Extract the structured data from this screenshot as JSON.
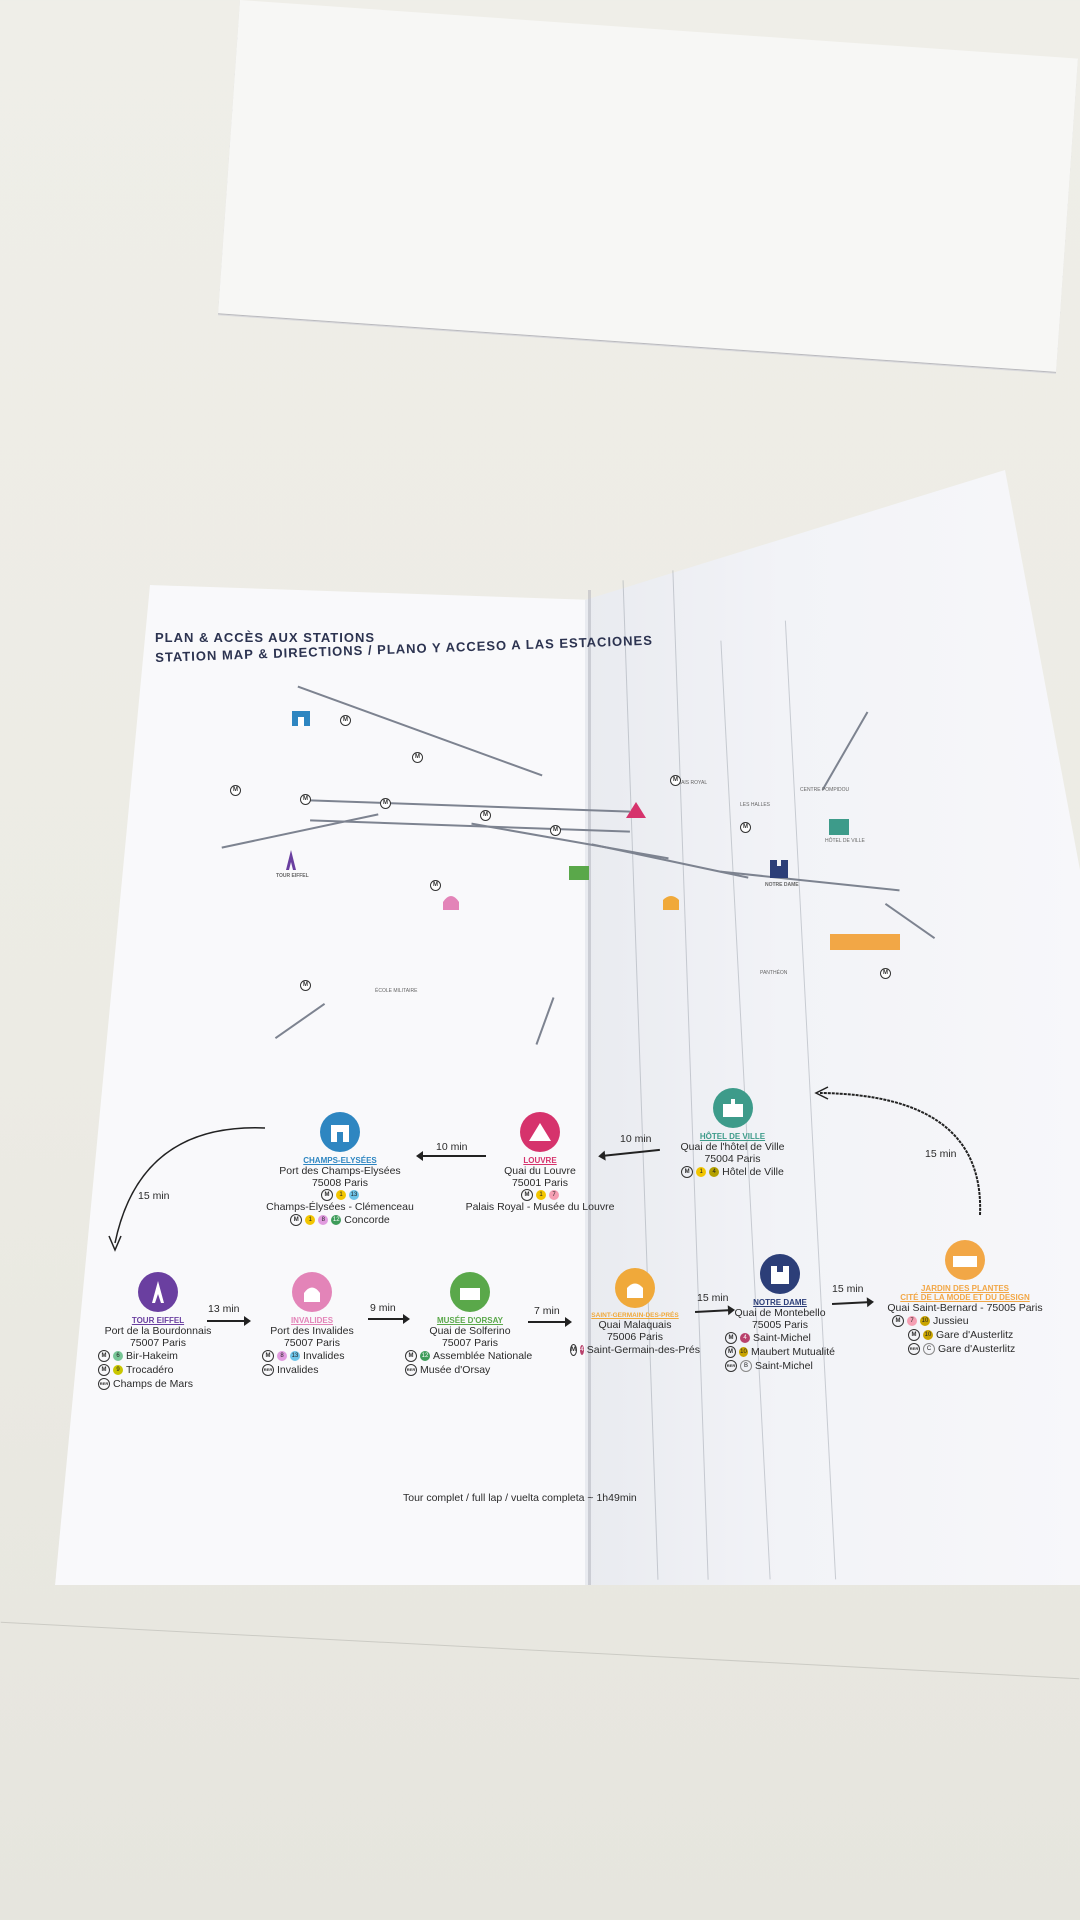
{
  "brochure": {
    "title_fr": "PLAN & ACCÈS AUX STATIONS",
    "title_en_es": "STATION MAP & DIRECTIONS / PLANO Y ACCESO A LAS ESTACIONES",
    "map_labels": {
      "tour_eiffel": "TOUR EIFFEL",
      "ecole_militaire": "ÉCOLE MILITAIRE",
      "les_halles": "LES HALLES",
      "centre_pompidou": "CENTRE POMPIDOU",
      "hotel_de_ville": "HÔTEL DE VILLE",
      "notre_dame": "NOTRE DAME",
      "pantheon": "PANTHÉON",
      "palais_royal": "PALAIS ROYAL"
    },
    "stations": [
      {
        "key": "champs",
        "name": "CHAMPS-ELYSÉES",
        "addr1": "Port des Champs-Elysées",
        "addr2": "75008 Paris",
        "line_a": "Champs-Élysées - Clémenceau",
        "line_b": "Concorde",
        "color": "#2e86c1"
      },
      {
        "key": "louvre",
        "name": "LOUVRE",
        "addr1": "Quai du Louvre",
        "addr2": "75001 Paris",
        "line_a": "Palais Royal - Musée du Louvre",
        "color": "#d6336c"
      },
      {
        "key": "hotel",
        "name": "HÔTEL DE VILLE",
        "addr1": "Quai de l'hôtel de Ville",
        "addr2": "75004 Paris",
        "line_a": "Hôtel de Ville",
        "color": "#3d9b8a"
      },
      {
        "key": "eiffel",
        "name": "TOUR EIFFEL",
        "addr1": "Port de la Bourdonnais",
        "addr2": "75007 Paris",
        "line_a": "Bir-Hakeim",
        "line_b": "Trocadéro",
        "line_c": "Champs de Mars",
        "color": "#6a3fa0"
      },
      {
        "key": "invalides",
        "name": "INVALIDES",
        "addr1": "Port des Invalides",
        "addr2": "75007 Paris",
        "line_a": "Invalides",
        "line_b": "Invalides",
        "color": "#e384b8"
      },
      {
        "key": "orsay",
        "name": "MUSÉE D'ORSAY",
        "addr1": "Quai de Solferino",
        "addr2": "75007 Paris",
        "line_a": "Assemblée Nationale",
        "line_b": "Musée d'Orsay",
        "color": "#5aa84a"
      },
      {
        "key": "stgermain",
        "name": "SAINT-GERMAIN-DES-PRÉS",
        "addr1": "Quai Malaquais",
        "addr2": "75006 Paris",
        "line_a": "Saint-Germain-des-Prés",
        "color": "#f0a93a"
      },
      {
        "key": "notredame",
        "name": "NOTRE DAME",
        "addr1": "Quai de Montebello",
        "addr2": "75005 Paris",
        "line_a": "Saint-Michel",
        "line_b": "Maubert Mutualité",
        "line_c": "Saint-Michel",
        "color": "#2c3e78"
      },
      {
        "key": "jardin",
        "name": "JARDIN DES PLANTES",
        "name2": "CITÉ DE LA MODE ET DU DESIGN",
        "addr1": "Quai Saint-Bernard - 75005 Paris",
        "line_a": "Jussieu",
        "line_b": "Gare d'Austerlitz",
        "line_c": "Gare d'Austerlitz",
        "color": "#f2a746"
      }
    ],
    "times": {
      "hotel_louvre": "10 min",
      "louvre_champs": "10 min",
      "champs_eiffel": "15 min",
      "eiffel_invalides": "13 min",
      "invalides_orsay": "9 min",
      "orsay_stgermain": "7 min",
      "stgermain_notredame": "15 min",
      "notredame_jardin": "15 min",
      "jardin_hotel": "15 min"
    },
    "lines": {
      "l6": "6",
      "l9": "9",
      "l8": "8",
      "l13": "13",
      "l1": "1",
      "l12": "12",
      "l7": "7",
      "l4": "4",
      "l10": "10",
      "l5": "5",
      "rer": "RER",
      "c": "C",
      "b": "B"
    },
    "footer": "Tour complet / full lap / vuelta completa ~ 1h49min"
  }
}
